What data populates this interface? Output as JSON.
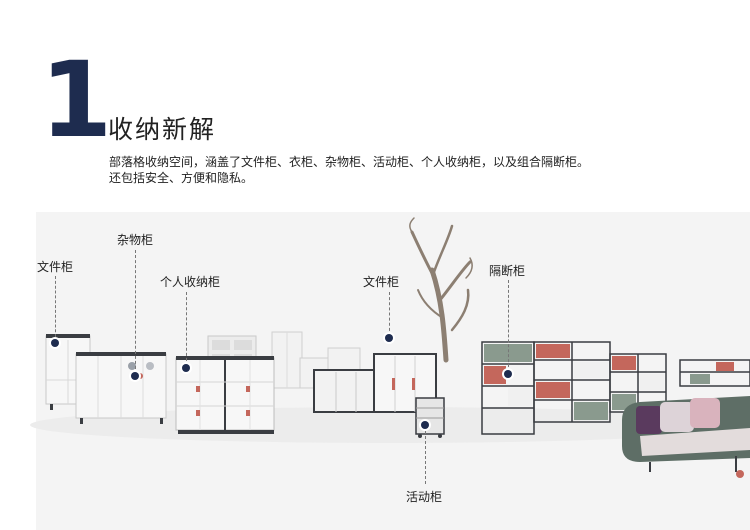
{
  "section": {
    "number": "1",
    "title": "收纳新解",
    "description_lines": [
      "部落格收纳空间，涵盖了文件柜、衣柜、杂物柜、活动柜、个人收纳柜，以及组合隔断柜。",
      "还包括安全、方便和隐私。"
    ]
  },
  "callouts": {
    "file_cabinet_left": "文件柜",
    "storage_cabinet": "杂物柜",
    "personal_locker": "个人收纳柜",
    "file_cabinet_right": "文件柜",
    "partition_cabinet": "隔断柜",
    "mobile_pedestal": "活动柜"
  },
  "colors": {
    "accent_navy": "#1e2c4f",
    "cabinet_white": "#f7f7f7",
    "cabinet_frame": "#3a3d42",
    "terracotta": "#c4675c",
    "sage": "#8a9a8e",
    "sofa_green": "#5e6e66",
    "cushion_purple": "#5a3a5e",
    "cushion_pink": "#d9b3bd"
  }
}
